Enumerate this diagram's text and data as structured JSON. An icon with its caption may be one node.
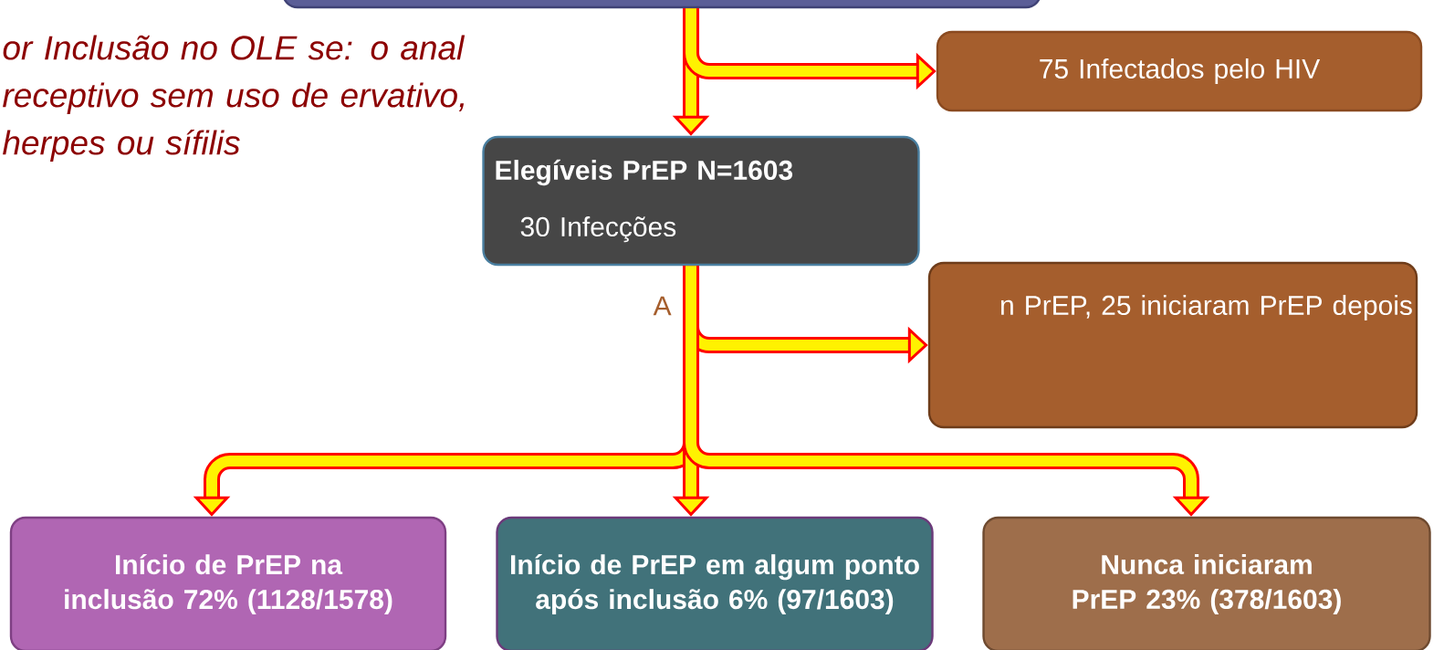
{
  "diagram": {
    "nodes": [
      {
        "text": [],
        "shape": "box"
      },
      {
        "text": [
          "75 Infectados pelo HIV"
        ]
      },
      {
        "text": [
          "Elegíveis PrEP N=1603",
          "30 Infecções"
        ]
      },
      {
        "text": [
          "n PrEP, 25 iniciaram PrEP depois"
        ]
      },
      {
        "text": [
          "Início de PrEP na inclusão 72% (1128/1578)"
        ]
      },
      {
        "text": [
          "Início de PrEP em algum ponto após inclusão 6% (97/1603)"
        ]
      },
      {
        "text": [
          "Nunca iniciaram PrEP 23% (378/1603)"
        ]
      }
    ],
    "edges": [
      {
        "from": 0,
        "to": 2,
        "arrow": "to"
      },
      {
        "from": 0,
        "to": 1,
        "arrow": "to"
      },
      {
        "from": 2,
        "to": 3,
        "arrow": "to"
      },
      {
        "from": 2,
        "to": 4,
        "arrow": "to"
      },
      {
        "from": 2,
        "to": 5,
        "arrow": "to"
      },
      {
        "from": 2,
        "to": 6,
        "arrow": "to"
      }
    ],
    "labels": [
      "or Inclusão no OLE se: o anal receptivo sem uso de ervativo, herpes ou sífilis",
      "A"
    ]
  }
}
